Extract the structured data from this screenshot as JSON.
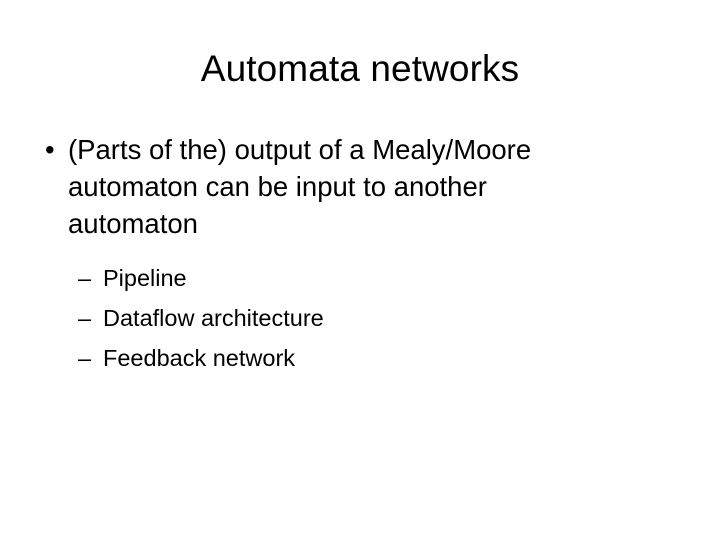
{
  "slide": {
    "title": "Automata networks",
    "bullets": [
      {
        "level": 1,
        "marker": "•",
        "text": "(Parts of the) output of a Mealy/Moore automaton can be input to another automaton"
      }
    ],
    "sub_bullets": [
      {
        "level": 2,
        "marker": "–",
        "text": "Pipeline"
      },
      {
        "level": 2,
        "marker": "–",
        "text": "Dataflow architecture"
      },
      {
        "level": 2,
        "marker": "–",
        "text": "Feedback network"
      }
    ],
    "colors": {
      "background": "#ffffff",
      "text": "#000000"
    }
  }
}
